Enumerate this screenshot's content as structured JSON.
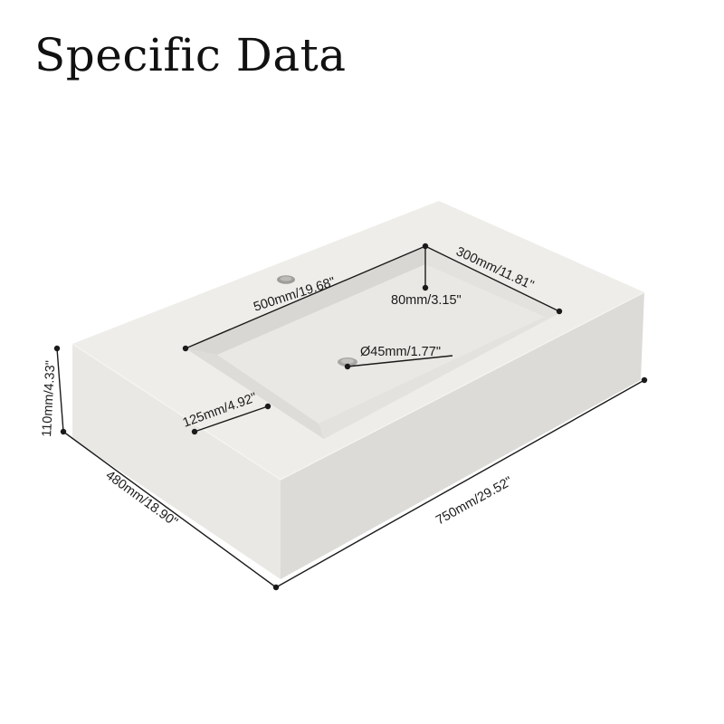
{
  "title": "Specific Data",
  "colors": {
    "top_surface": "#eeede9",
    "front_face": "#e9e8e4",
    "side_face": "#dcdbd7",
    "basin_floor": "#e7e6e2",
    "basin_wall_shadow": "#d9d8d4",
    "drain": "#a8a7a3",
    "dimension_line": "#1a1a1a"
  },
  "dimensions": {
    "basin_length": "500mm/19.68\"",
    "basin_width": "300mm/11.81\"",
    "basin_depth": "80mm/3.15\"",
    "drain_diameter": "Ø45mm/1.77\"",
    "side_margin": "125mm/4.92\"",
    "height": "110mm/4.33\"",
    "depth": "480mm/18.90\"",
    "length": "750mm/29.52\""
  }
}
